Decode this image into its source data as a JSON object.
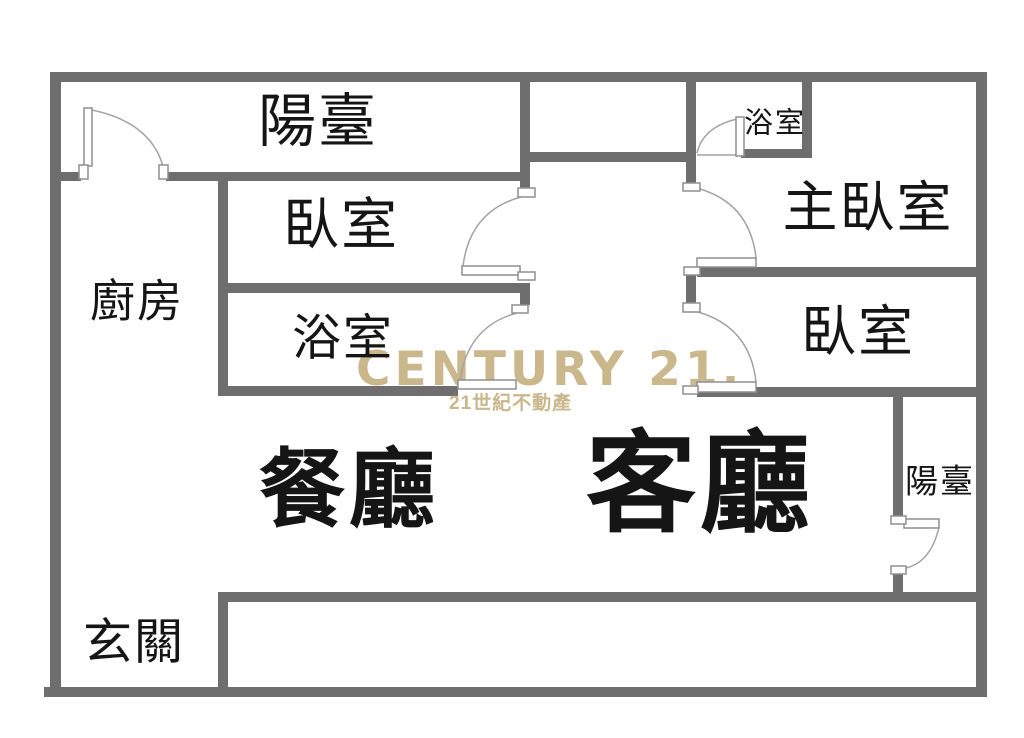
{
  "page": {
    "background": "#ffffff"
  },
  "floorplan": {
    "type": "apartment-floor-plan",
    "colors": {
      "wall": "#6e6e6e",
      "door_line": "#a3a3a3",
      "door_fill": "#ffffff",
      "label": "#151515",
      "watermark": "#c6b183"
    },
    "rooms": [
      {
        "id": "balcony-top",
        "label": "陽臺"
      },
      {
        "id": "bedroom-top-left",
        "label": "臥室"
      },
      {
        "id": "kitchen",
        "label": "廚房"
      },
      {
        "id": "bathroom-mid-left",
        "label": "浴室"
      },
      {
        "id": "bathroom-master",
        "label": "浴室"
      },
      {
        "id": "master-bedroom",
        "label": "主臥室"
      },
      {
        "id": "bedroom-right",
        "label": "臥室"
      },
      {
        "id": "dining-room",
        "label": "餐廳"
      },
      {
        "id": "living-room",
        "label": "客廳"
      },
      {
        "id": "balcony-right",
        "label": "陽臺"
      },
      {
        "id": "entry",
        "label": "玄關"
      }
    ]
  },
  "watermark": {
    "brand": "CENTURY 21.",
    "tagline": "21世紀不動產"
  }
}
